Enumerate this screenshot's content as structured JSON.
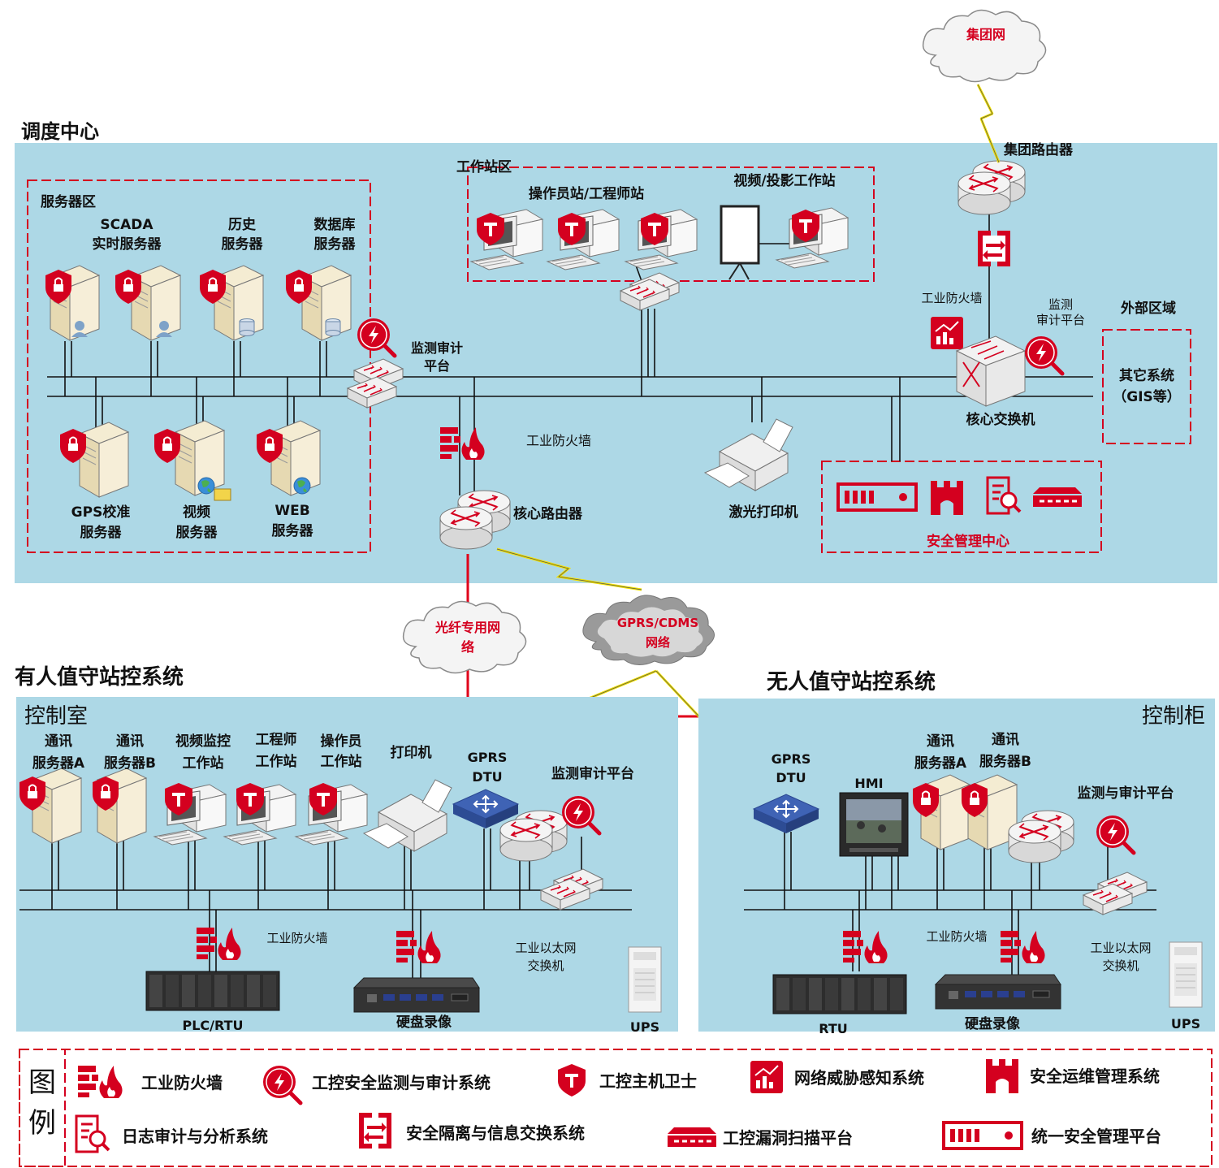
{
  "dispatch_center": {
    "title": "调度中心",
    "server_zone": "服务器区",
    "scada_l1": "SCADA",
    "scada_l2": "实时服务器",
    "history_l1": "历史",
    "history_l2": "服务器",
    "db_l1": "数据库",
    "db_l2": "服务器",
    "gps_l1": "GPS校准",
    "gps_l2": "服务器",
    "video_l1": "视频",
    "video_l2": "服务器",
    "web_l1": "WEB",
    "web_l2": "服务器",
    "audit_l1": "监测审计",
    "audit_l2": "平台",
    "workstation_zone": "工作站区",
    "operator_ws": "操作员站/工程师站",
    "video_ws": "视频/投影工作站",
    "firewall": "工业防火墙",
    "core_router": "核心路由器",
    "laser_printer": "激光打印机",
    "security_center": "安全管理中心",
    "core_switch": "核心交换机",
    "group_router": "集团路由器",
    "firewall2": "工业防火墙",
    "audit2_l1": "监测",
    "audit2_l2": "审计平台",
    "external_zone": "外部区域",
    "other_l1": "其它系统",
    "other_l2": "（GIS等）",
    "group_net": "集团网"
  },
  "networks": {
    "fiber_l1": "光纤专用网",
    "fiber_l2": "络",
    "gprs_l1": "GPRS/CDMS",
    "gprs_l2": "网络"
  },
  "manned": {
    "title": "有人值守站控系统",
    "room": "控制室",
    "comm_a_l1": "通讯",
    "comm_a_l2": "服务器A",
    "comm_b_l1": "通讯",
    "comm_b_l2": "服务器B",
    "video_l1": "视频监控",
    "video_l2": "工作站",
    "eng_l1": "工程师",
    "eng_l2": "工作站",
    "op_l1": "操作员",
    "op_l2": "工作站",
    "printer": "打印机",
    "gprs_l1": "GPRS",
    "gprs_l2": "DTU",
    "audit": "监测审计平台",
    "firewall": "工业防火墙",
    "switch_l1": "工业以太网",
    "switch_l2": "交换机",
    "plc": "PLC/RTU",
    "nvr": "硬盘录像",
    "ups": "UPS"
  },
  "unmanned": {
    "title": "无人值守站控系统",
    "cabinet": "控制柜",
    "gprs_l1": "GPRS",
    "gprs_l2": "DTU",
    "hmi": "HMI",
    "comm_a_l1": "通讯",
    "comm_a_l2": "服务器A",
    "comm_b_l1": "通讯",
    "comm_b_l2": "服务器B",
    "audit": "监测与审计平台",
    "firewall": "工业防火墙",
    "switch_l1": "工业以太网",
    "switch_l2": "交换机",
    "rtu": "RTU",
    "nvr": "硬盘录像",
    "ups": "UPS"
  },
  "legend": {
    "title_1": "图",
    "title_2": "例",
    "items": [
      {
        "icon": "firewall-icon",
        "label": "工业防火墙"
      },
      {
        "icon": "audit-icon",
        "label": "工控安全监测与审计系统"
      },
      {
        "icon": "host-guard-icon",
        "label": "工控主机卫士"
      },
      {
        "icon": "threat-icon",
        "label": "网络威胁感知系统"
      },
      {
        "icon": "ops-icon",
        "label": "安全运维管理系统"
      },
      {
        "icon": "log-icon",
        "label": "日志审计与分析系统"
      },
      {
        "icon": "isolation-icon",
        "label": "安全隔离与信息交换系统"
      },
      {
        "icon": "scan-icon",
        "label": "工控漏洞扫描平台"
      },
      {
        "icon": "mgmt-icon",
        "label": "统一安全管理平台"
      }
    ]
  },
  "colors": {
    "zone_bg": "#add8e6",
    "accent_red": "#d4001f",
    "wireless_yellow": "#f2e100"
  }
}
